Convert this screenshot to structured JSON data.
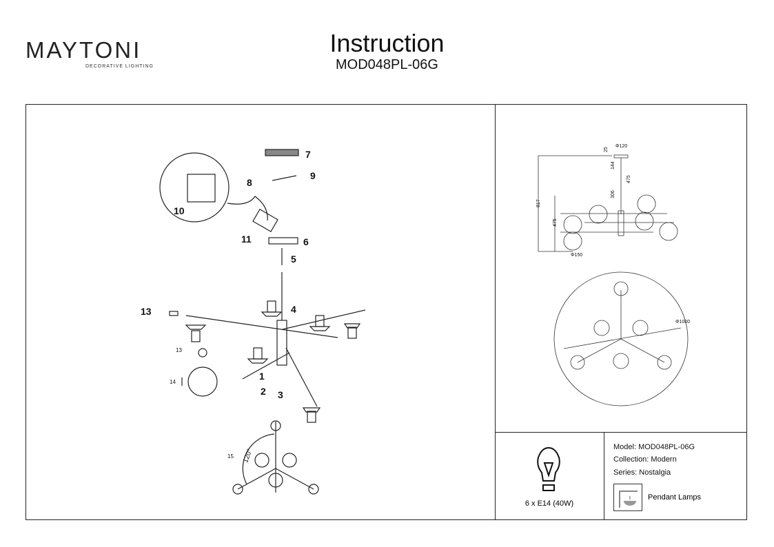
{
  "brand": {
    "name": "MAYTONI",
    "tagline": "DECORATIVE LIGHTING"
  },
  "header": {
    "title": "Instruction",
    "model": "MOD048PL-06G"
  },
  "assembly": {
    "step_labels": [
      "1",
      "2",
      "3",
      "4",
      "5",
      "6",
      "7",
      "8",
      "9",
      "10",
      "11",
      "13"
    ],
    "small_labels": [
      "13",
      "14",
      "15"
    ],
    "angle": "120°"
  },
  "dimensions": {
    "labels": [
      "Φ120",
      "25",
      "144",
      "475",
      "306",
      "817",
      "475",
      "Φ150"
    ],
    "diameter": "Φ1000"
  },
  "bulb": {
    "spec": "6 x E14 (40W)"
  },
  "info": {
    "model": "Model: MOD048PL-06G",
    "collection": "Collection: Modern",
    "series": "Series: Nostalgia",
    "category": "Pendant Lamps"
  }
}
